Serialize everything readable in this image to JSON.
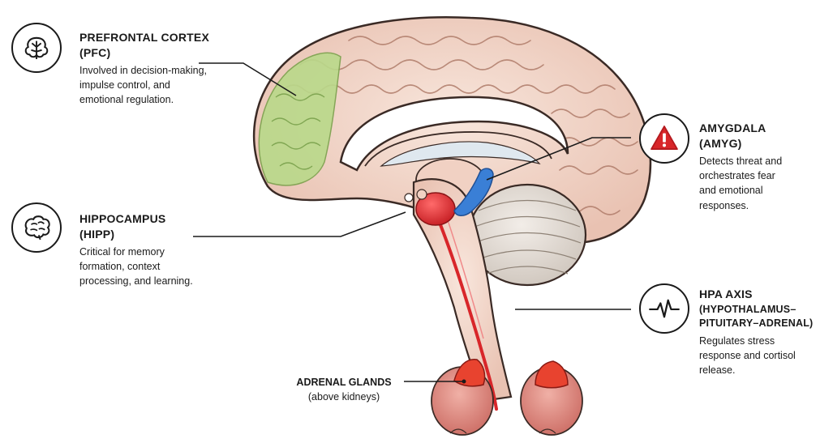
{
  "labels": {
    "pfc": {
      "title": "PREFRONTAL CORTEX",
      "abbr": "(PFC)",
      "desc": [
        "Involved in decision-making,",
        "impulse control, and",
        "emotional regulation."
      ],
      "icon": "tree-brain-icon"
    },
    "hipp": {
      "title": "HIPPOCAMPUS",
      "abbr": "(HIPP)",
      "desc": [
        "Critical for memory",
        "formation, context",
        "processing, and learning."
      ],
      "icon": "brain-icon"
    },
    "amyg": {
      "title": "AMYGDALA",
      "abbr": "(AMYG)",
      "desc": [
        "Detects threat and",
        "orchestrates fear",
        "and emotional",
        "responses."
      ],
      "icon": "warning-triangle-icon"
    },
    "hpa": {
      "title": "HPA AXIS",
      "abbr_lines": [
        "(HYPOTHALAMUS–",
        "PITUITARY–ADRENAL)"
      ],
      "desc": [
        "Regulates stress",
        "response and cortisol",
        "release."
      ],
      "icon": "heartbeat-icon"
    },
    "adrenal": {
      "title": "ADRENAL GLANDS",
      "sub": "(above kidneys)"
    }
  },
  "colors": {
    "pfc_highlight": "#b9d98a",
    "amygdala": "#3a7fd6",
    "hippocampus_red": "#d8262a",
    "warning_red": "#d8262a",
    "tissue": "#f3d9cc",
    "outline": "#1a1a1a"
  }
}
